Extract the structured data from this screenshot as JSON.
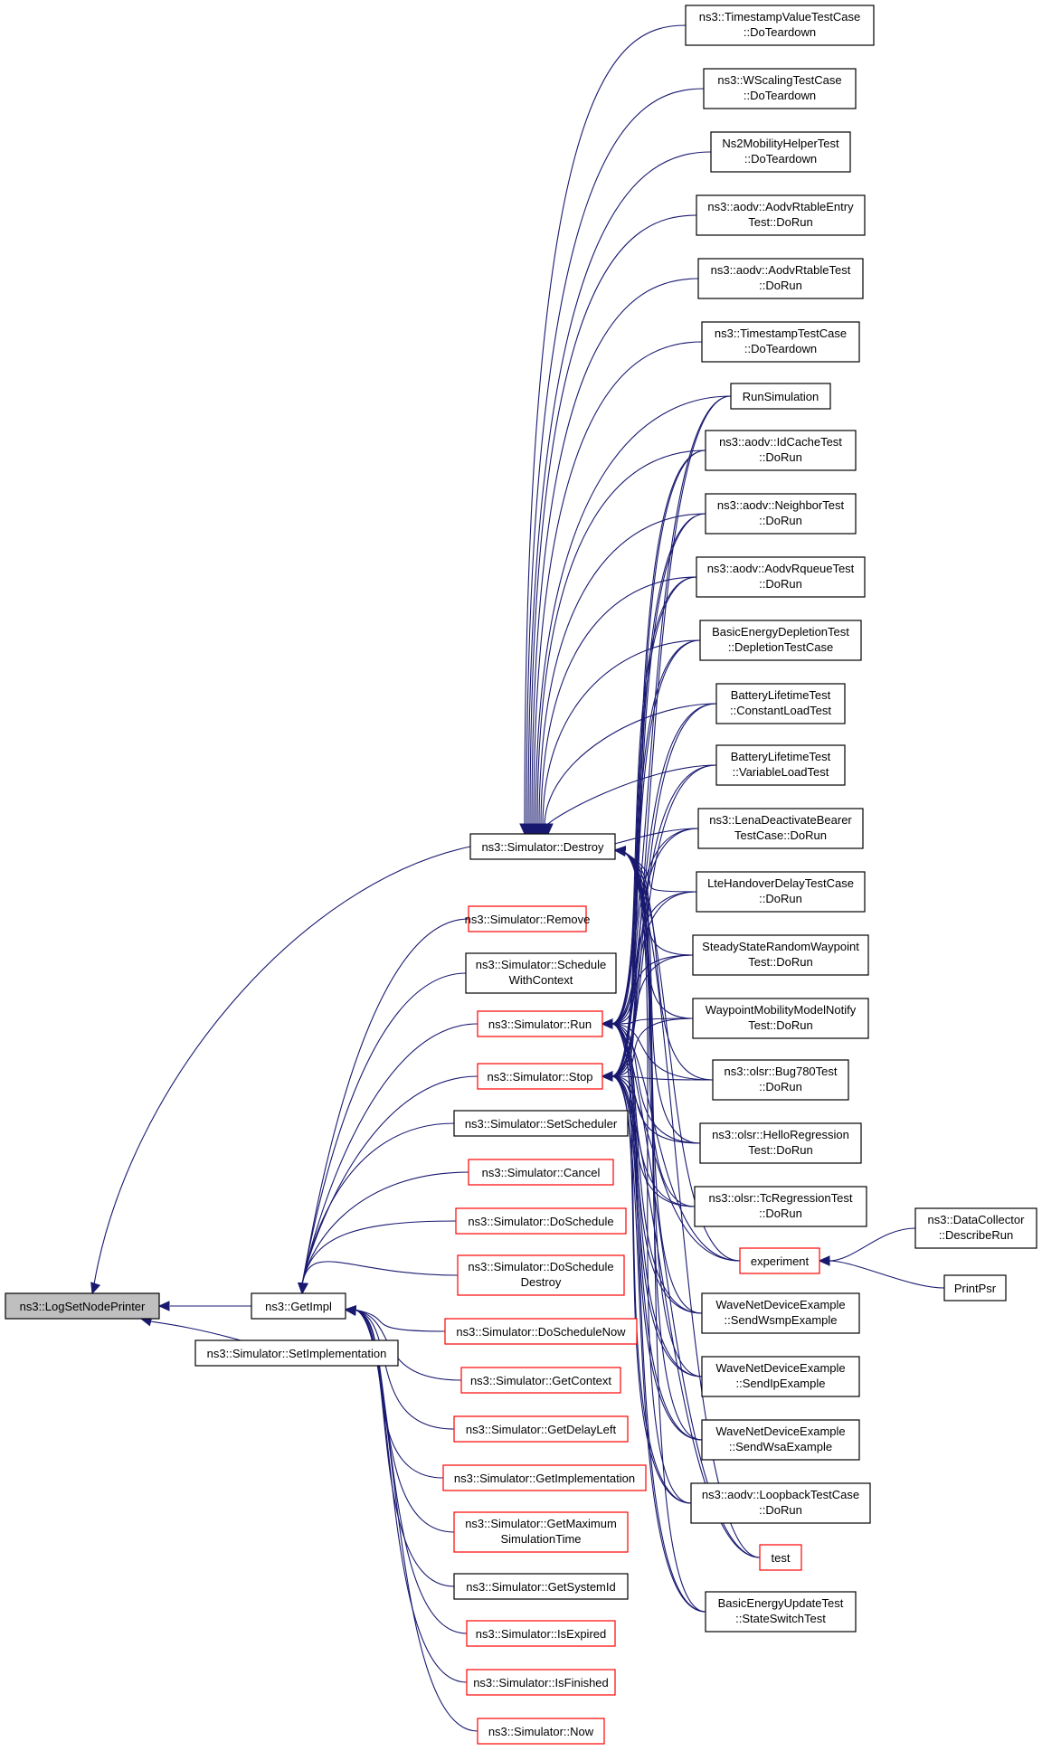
{
  "diagram": {
    "nodes": {
      "root": [
        "ns3::LogSetNodePrinter"
      ],
      "destroy": [
        "ns3::Simulator::Destroy"
      ],
      "remove": [
        "ns3::Simulator::Remove"
      ],
      "schedulewithcontext": [
        "ns3::Simulator::Schedule",
        "WithContext"
      ],
      "run": [
        "ns3::Simulator::Run"
      ],
      "stop": [
        "ns3::Simulator::Stop"
      ],
      "setscheduler": [
        "ns3::Simulator::SetScheduler"
      ],
      "cancel": [
        "ns3::Simulator::Cancel"
      ],
      "doschedule": [
        "ns3::Simulator::DoSchedule"
      ],
      "doscheduledestroy": [
        "ns3::Simulator::DoSchedule",
        "Destroy"
      ],
      "getimpl": [
        "ns3::GetImpl"
      ],
      "setimplementation": [
        "ns3::Simulator::SetImplementation"
      ],
      "doschedulenow": [
        "ns3::Simulator::DoScheduleNow"
      ],
      "getcontext": [
        "ns3::Simulator::GetContext"
      ],
      "getdelayleft": [
        "ns3::Simulator::GetDelayLeft"
      ],
      "getimplementation": [
        "ns3::Simulator::GetImplementation"
      ],
      "getmaximum": [
        "ns3::Simulator::GetMaximum",
        "SimulationTime"
      ],
      "getsystemid": [
        "ns3::Simulator::GetSystemId"
      ],
      "isexpired": [
        "ns3::Simulator::IsExpired"
      ],
      "isfinished": [
        "ns3::Simulator::IsFinished"
      ],
      "now": [
        "ns3::Simulator::Now"
      ],
      "tsvalue": [
        "ns3::TimestampValueTestCase",
        "::DoTeardown"
      ],
      "wscaling": [
        "ns3::WScalingTestCase",
        "::DoTeardown"
      ],
      "ns2mob": [
        "Ns2MobilityHelperTest",
        "::DoTeardown"
      ],
      "aodvrtentry": [
        "ns3::aodv::AodvRtableEntry",
        "Test::DoRun"
      ],
      "aodvrtable": [
        "ns3::aodv::AodvRtableTest",
        "::DoRun"
      ],
      "tstest": [
        "ns3::TimestampTestCase",
        "::DoTeardown"
      ],
      "runsim": [
        "RunSimulation"
      ],
      "idcache": [
        "ns3::aodv::IdCacheTest",
        "::DoRun"
      ],
      "neighbor": [
        "ns3::aodv::NeighborTest",
        "::DoRun"
      ],
      "rqueue": [
        "ns3::aodv::AodvRqueueTest",
        "::DoRun"
      ],
      "basicdepl": [
        "BasicEnergyDepletionTest",
        "::DepletionTestCase"
      ],
      "battconst": [
        "BatteryLifetimeTest",
        "::ConstantLoadTest"
      ],
      "battvar": [
        "BatteryLifetimeTest",
        "::VariableLoadTest"
      ],
      "lenadeact": [
        "ns3::LenaDeactivateBearer",
        "TestCase::DoRun"
      ],
      "ltehandover": [
        "LteHandoverDelayTestCase",
        "::DoRun"
      ],
      "steadystate": [
        "SteadyStateRandomWaypoint",
        "Test::DoRun"
      ],
      "waypointnotify": [
        "WaypointMobilityModelNotify",
        "Test::DoRun"
      ],
      "bug780": [
        "ns3::olsr::Bug780Test",
        "::DoRun"
      ],
      "hellorgr": [
        "ns3::olsr::HelloRegression",
        "Test::DoRun"
      ],
      "tcrgr": [
        "ns3::olsr::TcRegressionTest",
        "::DoRun"
      ],
      "experiment": [
        "experiment"
      ],
      "datacollector": [
        "ns3::DataCollector",
        "::DescribeRun"
      ],
      "printpsr": [
        "PrintPsr"
      ],
      "wsmp": [
        "WaveNetDeviceExample",
        "::SendWsmpExample"
      ],
      "sendip": [
        "WaveNetDeviceExample",
        "::SendIpExample"
      ],
      "wsa": [
        "WaveNetDeviceExample",
        "::SendWsaExample"
      ],
      "loopback": [
        "ns3::aodv::LoopbackTestCase",
        "::DoRun"
      ],
      "test": [
        "test"
      ],
      "basicupd": [
        "BasicEnergyUpdateTest",
        "::StateSwitchTest"
      ]
    }
  }
}
